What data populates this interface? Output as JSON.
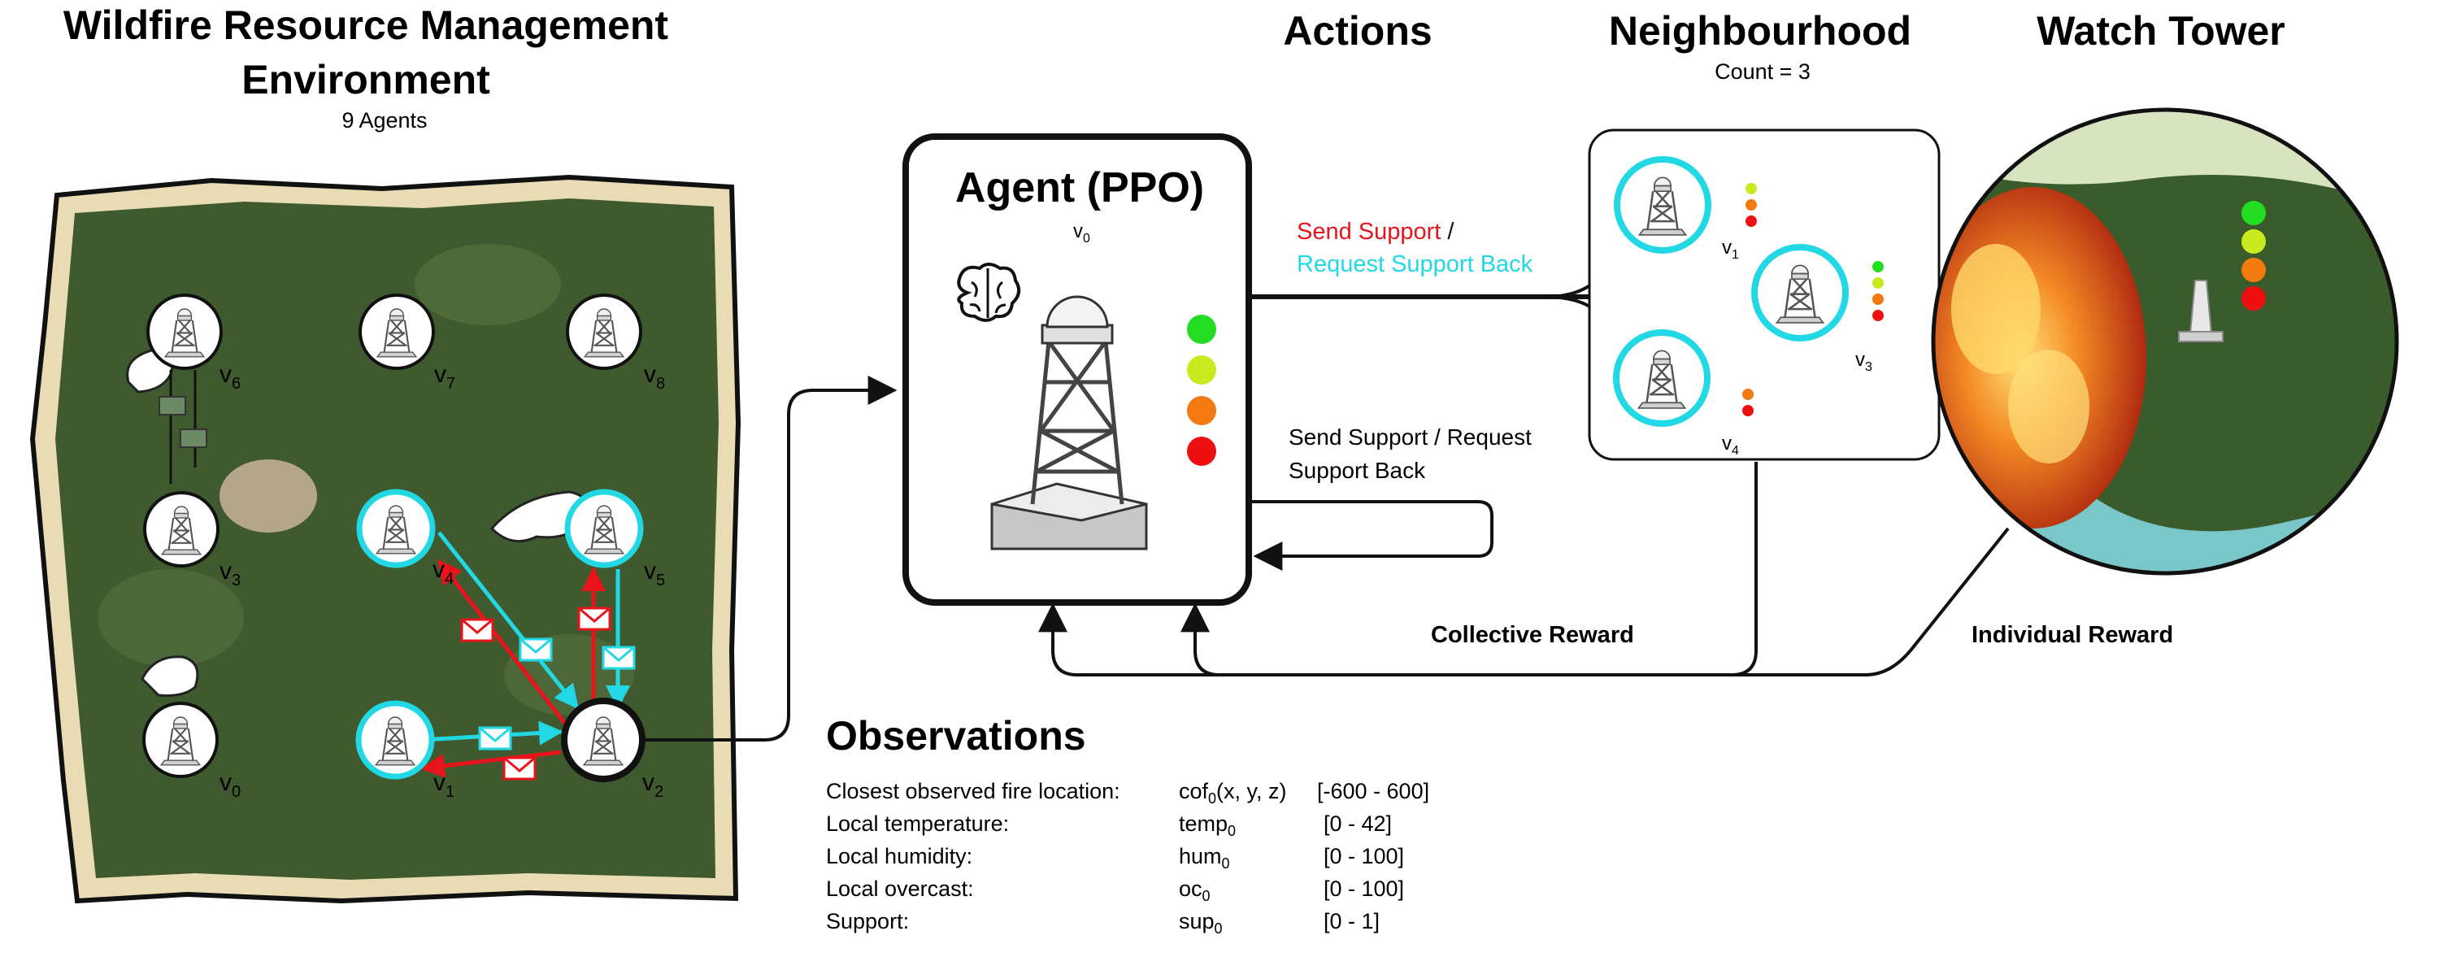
{
  "env": {
    "title_line1": "Wildfire Resource Management",
    "title_line2": "Environment",
    "subtitle": "9 Agents",
    "agent_labels": [
      "v",
      "v",
      "v",
      "v",
      "v",
      "v",
      "v",
      "v",
      "v"
    ],
    "agent_subscripts": [
      "0",
      "1",
      "2",
      "3",
      "4",
      "5",
      "6",
      "7",
      "8"
    ]
  },
  "actions": {
    "title": "Actions",
    "send_support": "Send Support",
    "slash": " /",
    "request_support": "Request Support Back",
    "loop_label_line1": "Send Support / Request",
    "loop_label_line2": "Support Back"
  },
  "agent": {
    "title": "Agent (PPO)",
    "label": "v",
    "subscript": "0"
  },
  "neighbourhood": {
    "title": "Neighbourhood",
    "count": "Count = 3",
    "labels": [
      "v",
      "v",
      "v"
    ],
    "subscripts": [
      "1",
      "3",
      "4"
    ]
  },
  "watch_tower": {
    "title": "Watch Tower"
  },
  "rewards": {
    "collective": "Collective Reward",
    "individual": "Individual Reward"
  },
  "observations": {
    "title": "Observations",
    "rows": [
      {
        "name": "Closest observed fire location:",
        "var": "cof",
        "sub": "0",
        "suffix": "(x, y, z)",
        "range": "[-600 - 600]"
      },
      {
        "name": "Local temperature:",
        "var": "temp",
        "sub": "0",
        "suffix": "",
        "range": "[0 - 42]"
      },
      {
        "name": "Local humidity:",
        "var": "hum",
        "sub": "0",
        "suffix": "",
        "range": "[0 - 100]"
      },
      {
        "name": "Local overcast:",
        "var": "oc",
        "sub": "0",
        "suffix": "",
        "range": "[0 - 100]"
      },
      {
        "name": "Support:",
        "var": "sup",
        "sub": "0",
        "suffix": "",
        "range": "[0 - 1]"
      }
    ]
  },
  "colors": {
    "send": "#e8141c",
    "request": "#22d8e4",
    "green": "#22dd22",
    "yellow": "#c8ea1e",
    "orange": "#f27a10",
    "red": "#ee1010",
    "forest": "#3f5a2e"
  }
}
